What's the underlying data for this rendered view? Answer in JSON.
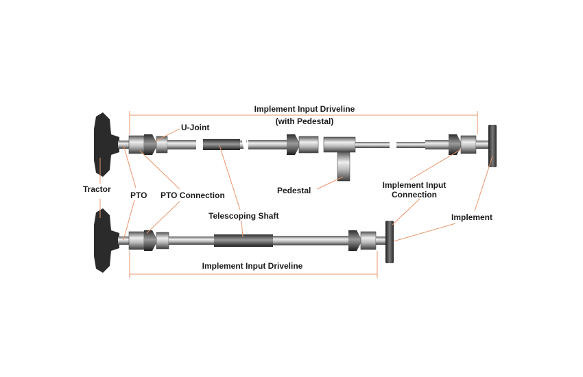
{
  "labels": {
    "top_driveline_line1": "Implement Input Driveline",
    "top_driveline_line2": "(with Pedestal)",
    "u_joint": "U-Joint",
    "tractor": "Tractor",
    "pto": "PTO",
    "pto_connection": "PTO Connection",
    "pedestal": "Pedestal",
    "implement_input_connection_line1": "Implement Input",
    "implement_input_connection_line2": "Connection",
    "telescoping_shaft": "Telescoping Shaft",
    "implement": "Implement",
    "bottom_driveline": "Implement Input Driveline"
  },
  "colors": {
    "leader_line": "#e8956a",
    "metal_dark": "#3a3a3a",
    "metal_light": "#e6e6e6",
    "tractor_hub": "#2b2b2b",
    "label_text": "#1a1a1a"
  }
}
